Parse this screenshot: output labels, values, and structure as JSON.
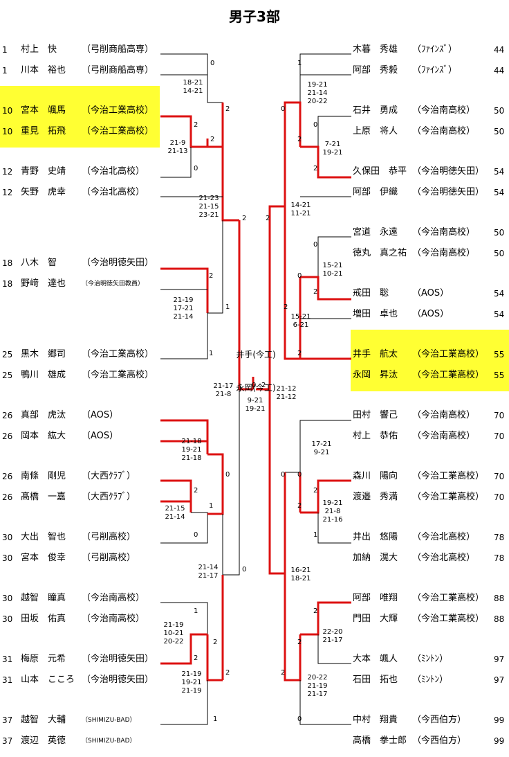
{
  "title": "男子3部",
  "colors": {
    "highlight": "#ffff33",
    "win_line": "#dd1111",
    "line": "#000000"
  },
  "left_players": [
    {
      "seed": "1",
      "name": "村上　快",
      "team": "（弓削商船高専）"
    },
    {
      "seed": "1",
      "name": "川本　裕也",
      "team": "（弓削商船高専）"
    },
    {
      "seed": "10",
      "name": "宮本　颯馬",
      "team": "（今治工業高校）"
    },
    {
      "seed": "10",
      "name": "重見　拓飛",
      "team": "（今治工業高校）"
    },
    {
      "seed": "12",
      "name": "青野　史靖",
      "team": "（今治北高校）"
    },
    {
      "seed": "12",
      "name": "矢野　虎幸",
      "team": "（今治北高校）"
    },
    {
      "seed": "18",
      "name": "八木　智",
      "team": "（今治明徳矢田）"
    },
    {
      "seed": "18",
      "name": "野﨑　達也",
      "team": "（今治明徳矢田教員）"
    },
    {
      "seed": "25",
      "name": "黒木　郷司",
      "team": "（今治工業高校）"
    },
    {
      "seed": "25",
      "name": "鴨川　雄成",
      "team": "（今治工業高校）"
    },
    {
      "seed": "26",
      "name": "真部　虎汰",
      "team": "（AOS）"
    },
    {
      "seed": "26",
      "name": "岡本　紘大",
      "team": "（AOS）"
    },
    {
      "seed": "26",
      "name": "南條　剛児",
      "team": "（大西ｸﾗﾌﾞ）"
    },
    {
      "seed": "26",
      "name": "髙橋　一嘉",
      "team": "（大西ｸﾗﾌﾞ）"
    },
    {
      "seed": "30",
      "name": "大出　智也",
      "team": "（弓削高校）"
    },
    {
      "seed": "30",
      "name": "宮本　俊幸",
      "team": "（弓削高校）"
    },
    {
      "seed": "30",
      "name": "越智　瞳真",
      "team": "（今治南高校）"
    },
    {
      "seed": "30",
      "name": "田坂　佑真",
      "team": "（今治南高校）"
    },
    {
      "seed": "31",
      "name": "梅原　元希",
      "team": "（今治明徳矢田）"
    },
    {
      "seed": "31",
      "name": "山本　こころ",
      "team": "（今治明徳矢田）"
    },
    {
      "seed": "37",
      "name": "越智　大輔",
      "team": "（SHIMIZU-BAD）"
    },
    {
      "seed": "37",
      "name": "渡辺　英徳",
      "team": "（SHIMIZU-BAD）"
    }
  ],
  "right_players": [
    {
      "name": "木暮　秀雄",
      "team": "（ﾌｧｲﾝｽﾞ）",
      "seed": "44"
    },
    {
      "name": "阿部　秀毅",
      "team": "（ﾌｧｲﾝｽﾞ）",
      "seed": "44"
    },
    {
      "name": "石井　勇成",
      "team": "（今治南高校）",
      "seed": "50"
    },
    {
      "name": "上原　将人",
      "team": "（今治南高校）",
      "seed": "50"
    },
    {
      "name": "久保田　恭平",
      "team": "（今治明徳矢田）",
      "seed": "54"
    },
    {
      "name": "阿部　伊織",
      "team": "（今治明徳矢田）",
      "seed": "54"
    },
    {
      "name": "宮道　永遠",
      "team": "（今治南高校）",
      "seed": "50"
    },
    {
      "name": "徳丸　真之祐",
      "team": "（今治南高校）",
      "seed": "50"
    },
    {
      "name": "戒田　聡",
      "team": "（AOS）",
      "seed": "54"
    },
    {
      "name": "増田　卓也",
      "team": "（AOS）",
      "seed": "54"
    },
    {
      "name": "井手　航太",
      "team": "（今治工業高校）",
      "seed": "55"
    },
    {
      "name": "永岡　昇汰",
      "team": "（今治工業高校）",
      "seed": "55"
    },
    {
      "name": "田村　響己",
      "team": "（今治南高校）",
      "seed": "70"
    },
    {
      "name": "村上　恭佑",
      "team": "（今治南高校）",
      "seed": "70"
    },
    {
      "name": "森川　陽向",
      "team": "（今治工業高校）",
      "seed": "70"
    },
    {
      "name": "渡邉　秀満",
      "team": "（今治工業高校）",
      "seed": "70"
    },
    {
      "name": "井出　悠陽",
      "team": "（今治北高校）",
      "seed": "78"
    },
    {
      "name": "加納　滉大",
      "team": "（今治北高校）",
      "seed": "78"
    },
    {
      "name": "阿部　唯翔",
      "team": "（今治工業高校）",
      "seed": "88"
    },
    {
      "name": "門田　大輝",
      "team": "（今治工業高校）",
      "seed": "88"
    },
    {
      "name": "大本　颯人",
      "team": "（ﾐﾝﾄﾝ）",
      "seed": "97"
    },
    {
      "name": "石田　拓也",
      "team": "（ﾐﾝﾄﾝ）",
      "seed": "97"
    },
    {
      "name": "中村　翔貴",
      "team": "（今西伯方）",
      "seed": "99"
    },
    {
      "name": "高橋　拳士郎",
      "team": "（今西伯方）",
      "seed": "99"
    }
  ],
  "champion": {
    "line1": "井手(今工)",
    "line2": "永岡(今工)"
  },
  "scores": {
    "L1": "18-21\n14-21",
    "L2": "21-9\n21-13",
    "L3": "21-23\n21-15\n23-21",
    "L4": "21-19\n17-21\n21-14",
    "L5": "21-18\n19-21\n21-18",
    "L6": "21-15\n21-14",
    "L7": "21-14\n21-17",
    "L8": "21-19\n10-21\n20-22",
    "L9": "21-19\n19-21\n21-19",
    "LF": "21-17\n21-8",
    "F": "9-21\n19-21",
    "RF": "21-12\n21-12",
    "R1": "19-21\n21-14\n20-22",
    "R2": "7-21\n19-21",
    "R3": "14-21\n11-21",
    "R4": "15-21\n10-21",
    "R5": "15-21\n6-21",
    "R6": "17-21\n9-21",
    "R7": "19-21\n21-8\n21-16",
    "R8": "16-21\n18-21",
    "R9": "22-20\n21-17",
    "R10": "20-22\n21-19\n21-17"
  },
  "game_counts": {
    "a": "0",
    "b": "2",
    "c": "2",
    "d": "0",
    "e": "2",
    "f": "2",
    "g": "2",
    "h": "1",
    "i": "1",
    "j": "2",
    "k": "0",
    "l": "2",
    "m": "1",
    "n": "0",
    "o": "1",
    "p": "0",
    "q": "2",
    "r": "2",
    "s": "2",
    "t": "1",
    "u": "0",
    "v": "0",
    "w": "2",
    "A": "1",
    "B": "0",
    "C": "2",
    "D": "0",
    "E": "2",
    "F": "2",
    "G": "0",
    "H": "2",
    "I": "2",
    "J": "2",
    "K": "0",
    "L": "2",
    "M": "0",
    "N": "1",
    "O": "2",
    "P": "0",
    "Q": "2",
    "R": "2",
    "S": "2",
    "T": "2"
  }
}
